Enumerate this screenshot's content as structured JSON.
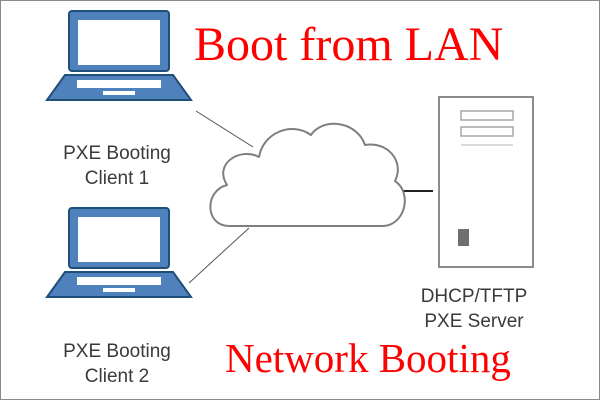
{
  "title": "Boot from LAN",
  "subtitle": "Network Booting",
  "colors": {
    "title": "#ff0000",
    "device_fill": "#4f81bd",
    "device_stroke": "#1f4e79",
    "line": "#555555",
    "cloud_stroke": "#7f7f7f",
    "server_stroke": "#8c8c8c",
    "label_text": "#3a3a3a"
  },
  "icons": {
    "client": "laptop-icon",
    "network": "cloud-icon",
    "server": "server-tower-icon"
  },
  "nodes": {
    "client1": {
      "line1": "PXE Booting",
      "line2": "Client 1"
    },
    "client2": {
      "line1": "PXE Booting",
      "line2": "Client 2"
    },
    "server": {
      "line1": "DHCP/TFTP",
      "line2": "PXE Server"
    }
  }
}
